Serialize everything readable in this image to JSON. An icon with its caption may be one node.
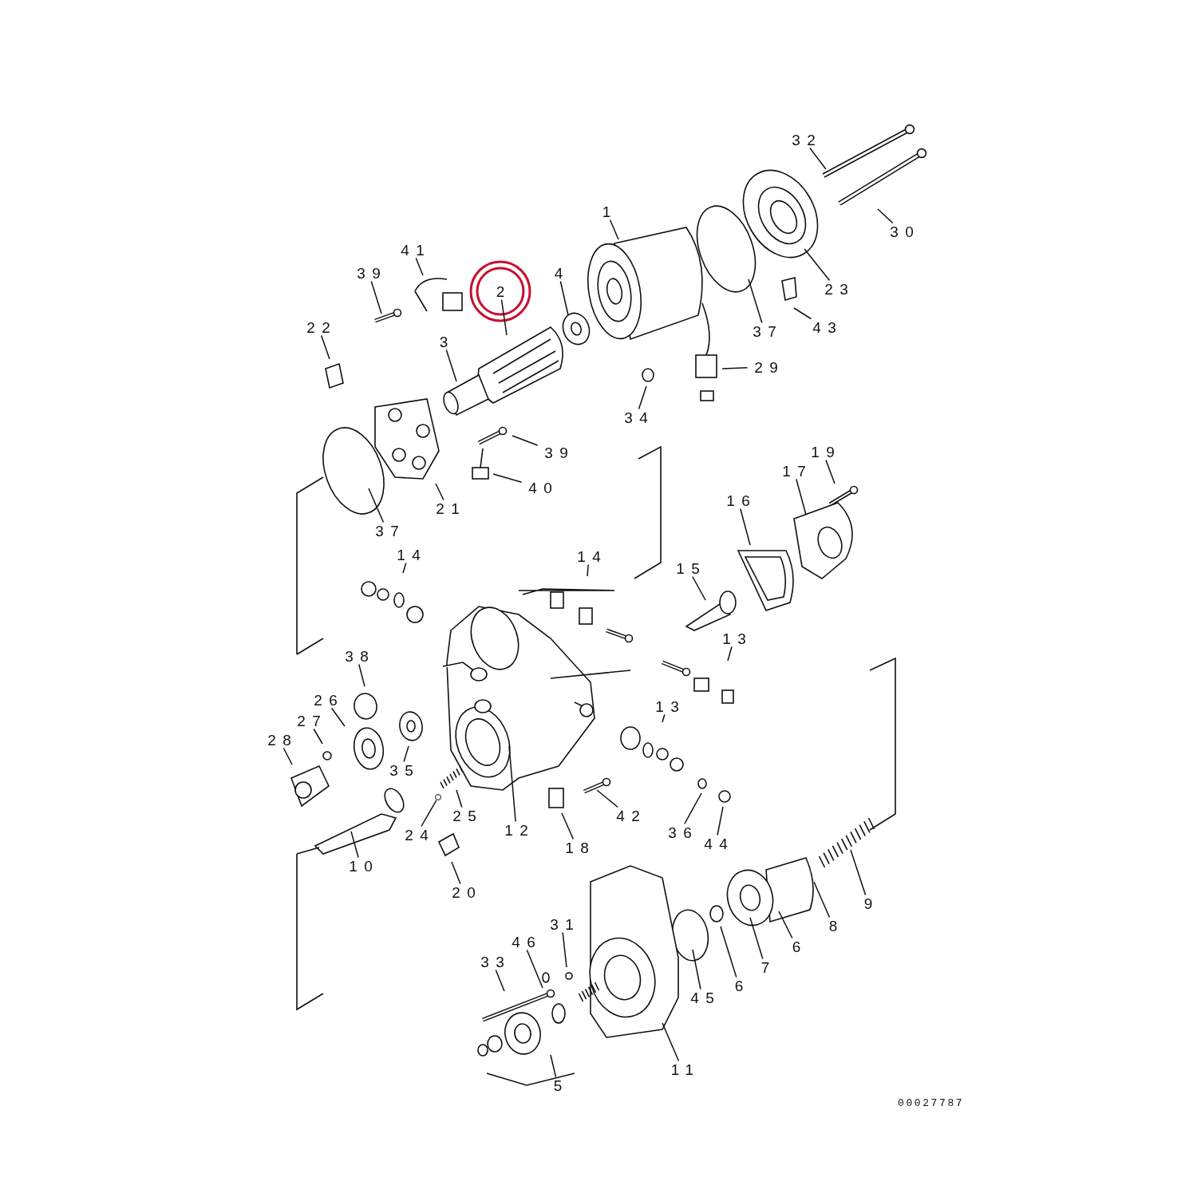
{
  "diagram": {
    "nodes": [
      {
        "text": [
          "1"
        ]
      },
      {
        "text": [
          "2"
        ]
      },
      {
        "text": [
          "4"
        ]
      },
      {
        "text": [
          "41"
        ]
      },
      {
        "text": [
          "39"
        ]
      },
      {
        "text": [
          "22"
        ]
      },
      {
        "text": [
          "3"
        ]
      },
      {
        "text": [
          "32"
        ]
      },
      {
        "text": [
          "30"
        ]
      },
      {
        "text": [
          "23"
        ]
      },
      {
        "text": [
          "37"
        ]
      },
      {
        "text": [
          "43"
        ]
      },
      {
        "text": [
          "29"
        ]
      },
      {
        "text": [
          "34"
        ]
      },
      {
        "text": [
          "39"
        ]
      },
      {
        "text": [
          "40"
        ]
      },
      {
        "text": [
          "21"
        ]
      },
      {
        "text": [
          "37"
        ]
      },
      {
        "text": [
          "19"
        ]
      },
      {
        "text": [
          "17"
        ]
      },
      {
        "text": [
          "16"
        ]
      },
      {
        "text": [
          "14"
        ]
      },
      {
        "text": [
          "14"
        ]
      },
      {
        "text": [
          "15"
        ]
      },
      {
        "text": [
          "13"
        ]
      },
      {
        "text": [
          "38"
        ]
      },
      {
        "text": [
          "13"
        ]
      },
      {
        "text": [
          "26"
        ]
      },
      {
        "text": [
          "27"
        ]
      },
      {
        "text": [
          "28"
        ]
      },
      {
        "text": [
          "35"
        ]
      },
      {
        "text": [
          "24"
        ]
      },
      {
        "text": [
          "25"
        ]
      },
      {
        "text": [
          "12"
        ]
      },
      {
        "text": [
          "18"
        ]
      },
      {
        "text": [
          "42"
        ]
      },
      {
        "text": [
          "36"
        ]
      },
      {
        "text": [
          "44"
        ]
      },
      {
        "text": [
          "10"
        ]
      },
      {
        "text": [
          "20"
        ]
      },
      {
        "text": [
          "9"
        ]
      },
      {
        "text": [
          "8"
        ]
      },
      {
        "text": [
          "6"
        ]
      },
      {
        "text": [
          "7"
        ]
      },
      {
        "text": [
          "6"
        ]
      },
      {
        "text": [
          "45"
        ]
      },
      {
        "text": [
          "31"
        ]
      },
      {
        "text": [
          "46"
        ]
      },
      {
        "text": [
          "33"
        ]
      },
      {
        "text": [
          "5"
        ]
      },
      {
        "text": [
          "11"
        ]
      },
      {
        "text": [],
        "shape": "circle"
      }
    ],
    "edges": [
      {
        "from": 0,
        "to": null,
        "arrow": "none"
      },
      {
        "from": 1,
        "to": null,
        "arrow": "none"
      },
      {
        "from": 2,
        "to": null,
        "arrow": "none"
      },
      {
        "from": 3,
        "to": null,
        "arrow": "none"
      },
      {
        "from": 4,
        "to": null,
        "arrow": "none"
      },
      {
        "from": 5,
        "to": null,
        "arrow": "none"
      },
      {
        "from": 6,
        "to": null,
        "arrow": "none"
      },
      {
        "from": 7,
        "to": null,
        "arrow": "none"
      },
      {
        "from": 8,
        "to": null,
        "arrow": "none"
      },
      {
        "from": 9,
        "to": null,
        "arrow": "none"
      },
      {
        "from": 10,
        "to": null,
        "arrow": "none"
      },
      {
        "from": 11,
        "to": null,
        "arrow": "none"
      },
      {
        "from": 12,
        "to": null,
        "arrow": "none"
      },
      {
        "from": 13,
        "to": null,
        "arrow": "none"
      },
      {
        "from": 14,
        "to": null,
        "arrow": "none"
      },
      {
        "from": 15,
        "to": null,
        "arrow": "none"
      },
      {
        "from": 16,
        "to": null,
        "arrow": "none"
      },
      {
        "from": 17,
        "to": null,
        "arrow": "none"
      },
      {
        "from": 18,
        "to": null,
        "arrow": "none"
      },
      {
        "from": 19,
        "to": null,
        "arrow": "none"
      },
      {
        "from": 20,
        "to": null,
        "arrow": "none"
      },
      {
        "from": 21,
        "to": null,
        "arrow": "none"
      },
      {
        "from": 22,
        "to": null,
        "arrow": "none"
      },
      {
        "from": 23,
        "to": null,
        "arrow": "none"
      },
      {
        "from": 24,
        "to": null,
        "arrow": "none"
      },
      {
        "from": 25,
        "to": null,
        "arrow": "none"
      },
      {
        "from": 26,
        "to": null,
        "arrow": "none"
      },
      {
        "from": 27,
        "to": null,
        "arrow": "none"
      },
      {
        "from": 28,
        "to": null,
        "arrow": "none"
      },
      {
        "from": 29,
        "to": null,
        "arrow": "none"
      },
      {
        "from": 30,
        "to": null,
        "arrow": "none"
      },
      {
        "from": 31,
        "to": 51,
        "arrow": "none"
      },
      {
        "from": 32,
        "to": null,
        "arrow": "none"
      },
      {
        "from": 33,
        "to": null,
        "arrow": "none"
      },
      {
        "from": 34,
        "to": null,
        "arrow": "none"
      },
      {
        "from": 35,
        "to": null,
        "arrow": "none"
      },
      {
        "from": 36,
        "to": null,
        "arrow": "none"
      },
      {
        "from": 37,
        "to": null,
        "arrow": "none"
      },
      {
        "from": 38,
        "to": null,
        "arrow": "none"
      },
      {
        "from": 39,
        "to": null,
        "arrow": "none"
      },
      {
        "from": 40,
        "to": null,
        "arrow": "none"
      },
      {
        "from": 41,
        "to": null,
        "arrow": "none"
      },
      {
        "from": 42,
        "to": null,
        "arrow": "none"
      },
      {
        "from": 43,
        "to": null,
        "arrow": "none"
      },
      {
        "from": 44,
        "to": null,
        "arrow": "none"
      },
      {
        "from": 45,
        "to": null,
        "arrow": "none"
      },
      {
        "from": 46,
        "to": null,
        "arrow": "none"
      },
      {
        "from": 47,
        "to": null,
        "arrow": "none"
      },
      {
        "from": 48,
        "to": null,
        "arrow": "none"
      },
      {
        "from": 49,
        "to": null,
        "arrow": "none"
      },
      {
        "from": 50,
        "to": null,
        "arrow": "none"
      }
    ],
    "labels": [
      "00027787"
    ]
  }
}
